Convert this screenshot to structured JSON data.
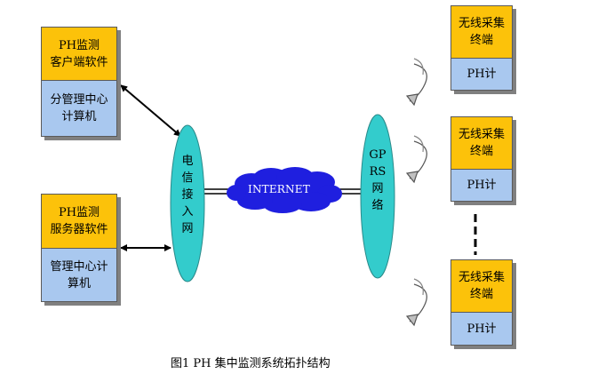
{
  "left_nodes": [
    {
      "top_lines": [
        "PH监测",
        "客户端软件"
      ],
      "bottom_lines": [
        "分管理中心",
        "计算机"
      ]
    },
    {
      "top_lines": [
        "PH监测",
        "服务器软件"
      ],
      "bottom_lines": [
        "管理中心计",
        "算机"
      ]
    }
  ],
  "access_network": {
    "chars": [
      "电",
      "信",
      "接",
      "入",
      "网"
    ]
  },
  "internet": {
    "label": "INTERNET"
  },
  "gprs_network": {
    "lines": [
      "GP",
      "RS",
      "网",
      "络"
    ]
  },
  "terminals": [
    {
      "top_lines": [
        "无线采集",
        "终端"
      ],
      "bottom": "PH计"
    },
    {
      "top_lines": [
        "无线采集",
        "终端"
      ],
      "bottom": "PH计"
    },
    {
      "top_lines": [
        "无线采集",
        "终端"
      ],
      "bottom": "PH计"
    }
  ],
  "caption": "图1 PH 集中监测系统拓扑结构",
  "colors": {
    "box_top": "#fcc20a",
    "box_bottom": "#a9c8ef",
    "ellipse": "#33cccc",
    "cloud": "#1f1fdf",
    "shadow": "#808080"
  }
}
